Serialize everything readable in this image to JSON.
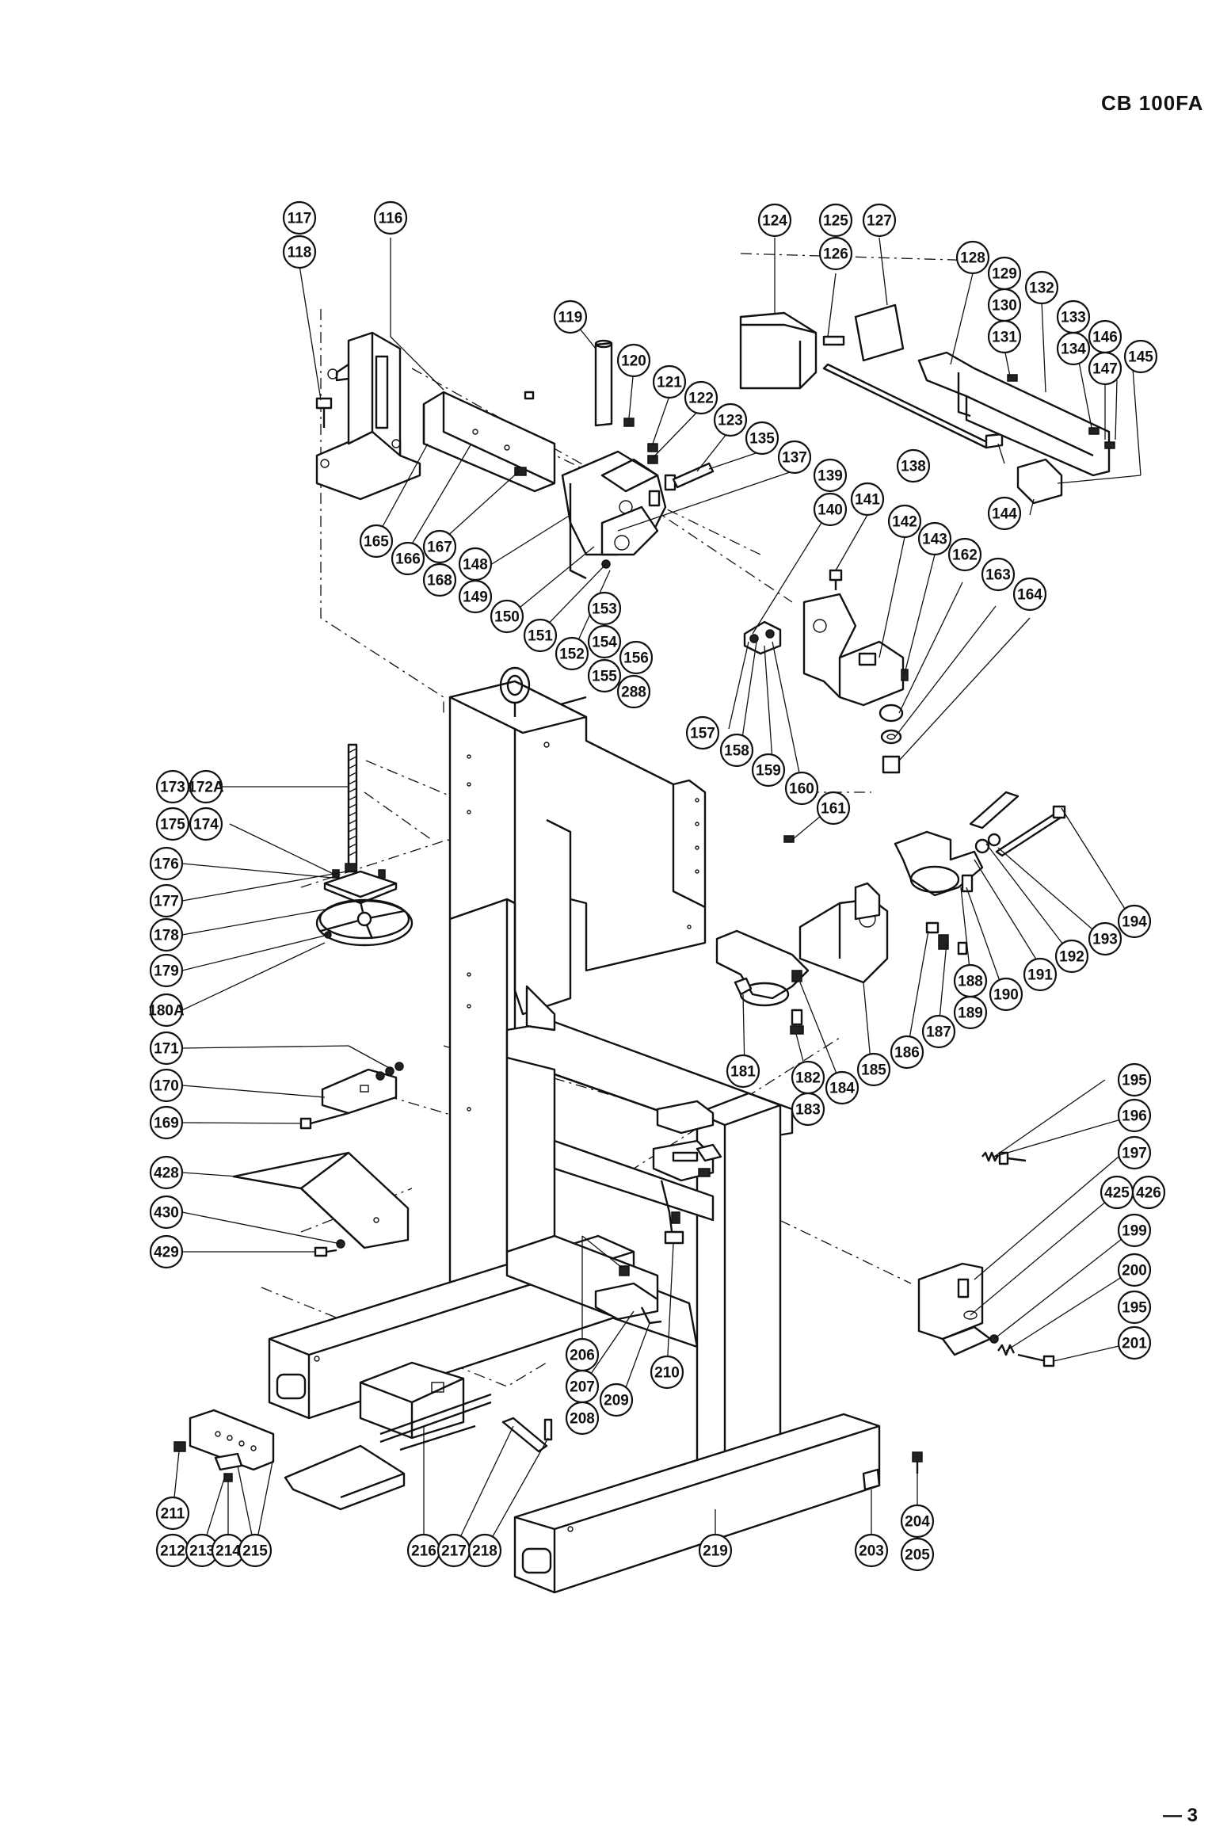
{
  "header": {
    "model": "CB 100FA"
  },
  "footer": {
    "page": "— 3"
  },
  "callouts": [
    "117",
    "118",
    "116",
    "124",
    "125",
    "126",
    "127",
    "128",
    "129",
    "130",
    "131",
    "132",
    "133",
    "134",
    "146",
    "147",
    "145",
    "119",
    "120",
    "121",
    "122",
    "123",
    "135",
    "137",
    "139",
    "140",
    "141",
    "142",
    "143",
    "162",
    "163",
    "164",
    "138",
    "144",
    "165",
    "166",
    "167",
    "168",
    "148",
    "149",
    "150",
    "151",
    "152",
    "153",
    "154",
    "155",
    "156",
    "288",
    "157",
    "158",
    "159",
    "160",
    "161",
    "173",
    "172A",
    "175",
    "174",
    "176",
    "177",
    "178",
    "179",
    "180A",
    "171",
    "170",
    "169",
    "428",
    "430",
    "429",
    "194",
    "193",
    "192",
    "191",
    "190",
    "188",
    "189",
    "187",
    "186",
    "185",
    "184",
    "181",
    "182",
    "183",
    "195",
    "196",
    "197",
    "425",
    "426",
    "199",
    "200",
    "201",
    "206",
    "207",
    "208",
    "209",
    "210",
    "211",
    "212",
    "213",
    "214",
    "215",
    "216",
    "217",
    "218",
    "219",
    "203",
    "204",
    "205"
  ]
}
